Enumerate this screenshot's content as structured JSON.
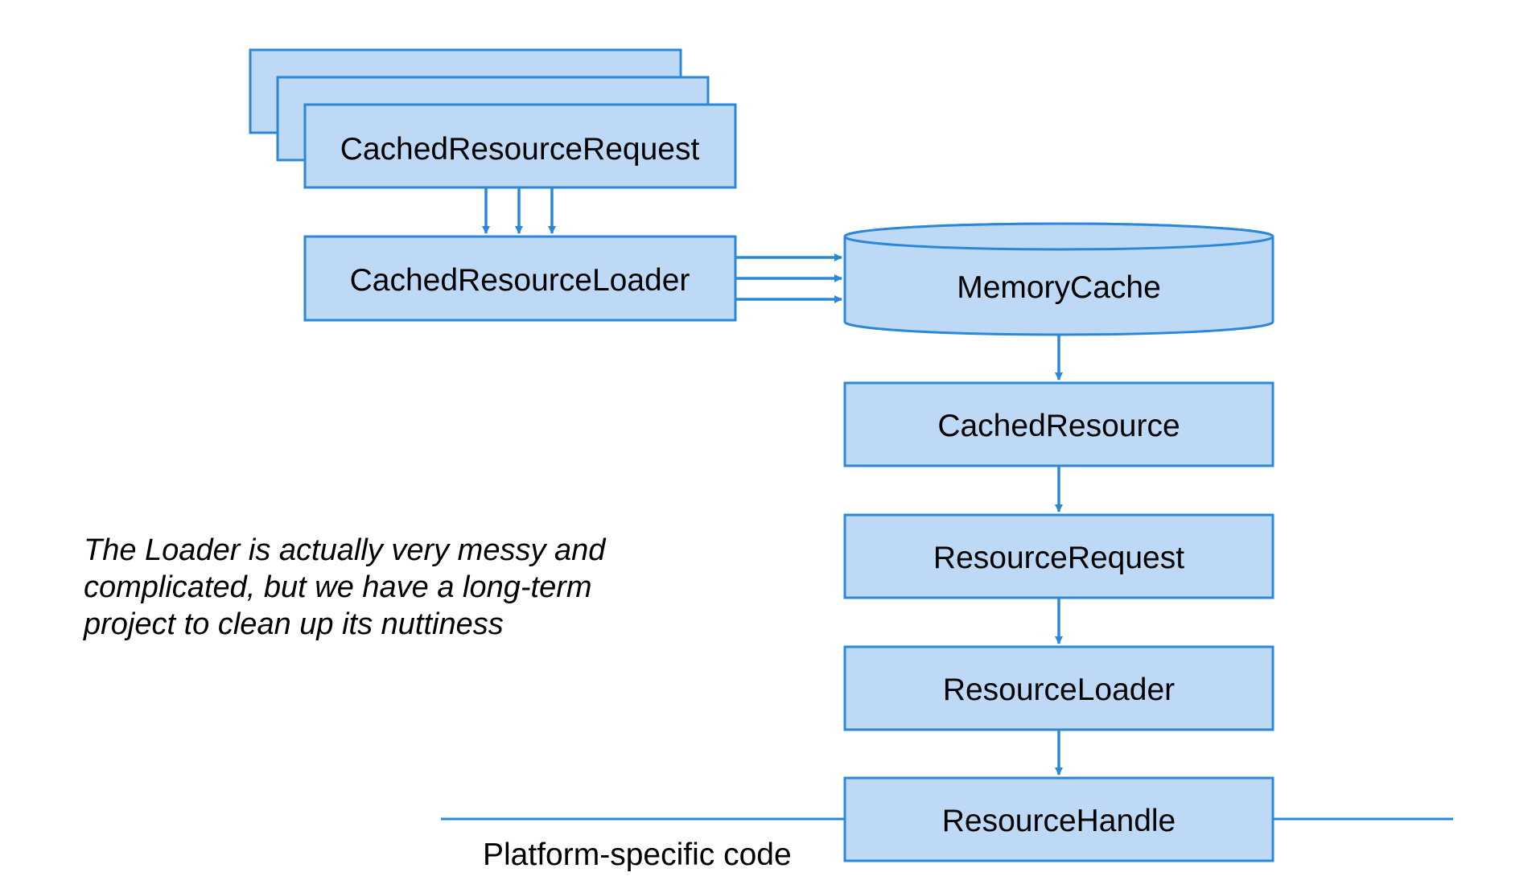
{
  "colors": {
    "box_fill": "#bdd9f5",
    "box_stroke": "#2b88d8",
    "arrow": "#2b88d8",
    "text": "#000000"
  },
  "nodes": {
    "cached_resource_request": "CachedResourceRequest",
    "cached_resource_loader": "CachedResourceLoader",
    "memory_cache": "MemoryCache",
    "cached_resource": "CachedResource",
    "resource_request": "ResourceRequest",
    "resource_loader": "ResourceLoader",
    "resource_handle": "ResourceHandle"
  },
  "note": {
    "lines": [
      "The Loader is actually very messy and",
      "complicated, but we have a long-term",
      "project to clean up its nuttiness"
    ]
  },
  "boundary_label": "Platform-specific code"
}
